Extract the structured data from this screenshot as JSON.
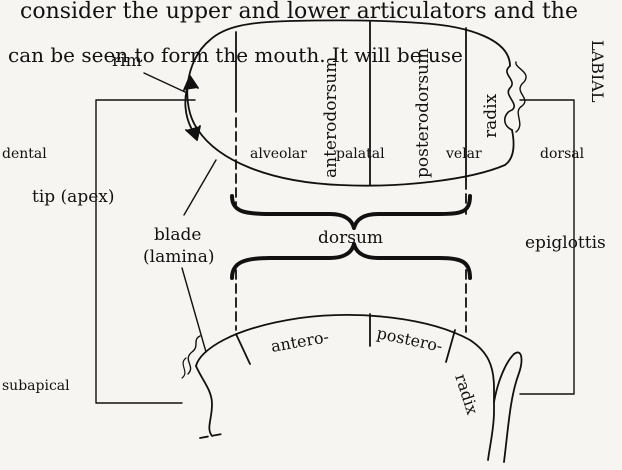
{
  "labels": {
    "rim": "rim",
    "tip": "tip (apex)",
    "blade_line1": "blade",
    "blade_line2": "(lamina)",
    "anterodorsum": "anterodorsum",
    "posterodorsum": "posterodorsum",
    "radix_top": "radix",
    "dorsum": "dorsum",
    "epiglottis": "epiglottis",
    "antero": "antero-",
    "postero": "postero-",
    "radix_bottom": "radix"
  },
  "background_text": {
    "top_line": "consider the upper and lower articulators and the",
    "second_line": "can be seen to form the mouth. It will be use",
    "row_heading_1": "dental",
    "row_heading_2": "alveolar",
    "row_heading_3": "palatal",
    "row_heading_4": "velar",
    "row_heading_5": "dorsal",
    "side_label": "LABIAL",
    "bottom_left": "subapical"
  },
  "colors": {
    "ink": "#111111",
    "paper": "#f7f5f1",
    "bleed": "#cfcac4"
  }
}
